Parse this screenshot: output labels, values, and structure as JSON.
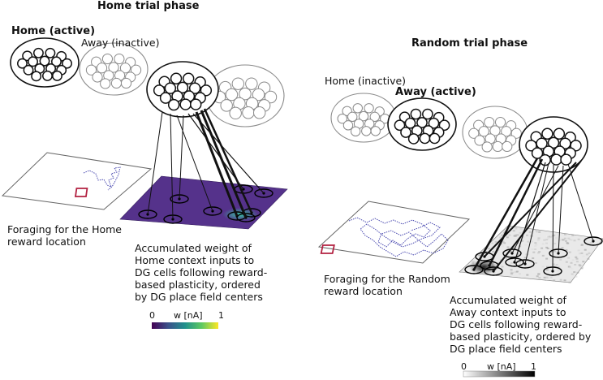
{
  "home_phase": {
    "title": "Home trial phase",
    "home_label": "Home (active)",
    "away_label": "Away (inactive)",
    "foraging_caption": [
      "Foraging for the Home",
      "reward location"
    ],
    "weight_caption": [
      "Accumulated weight of",
      "Home context inputs to",
      "DG cells following reward-",
      "based plasticity, ordered",
      "by DG place field centers"
    ],
    "colorbar": {
      "min_label": "0",
      "unit_label": "w [nA]",
      "max_label": "1",
      "colormap": "viridis"
    }
  },
  "random_phase": {
    "title": "Random trial phase",
    "home_label": "Home (inactive)",
    "away_label": "Away (active)",
    "foraging_caption": [
      "Foraging for the Random",
      "reward location"
    ],
    "weight_caption": [
      "Accumulated weight of",
      "Away context inputs to",
      "DG cells following reward-",
      "based plasticity, ordered by",
      "DG place field centers"
    ],
    "colorbar": {
      "min_label": "0",
      "unit_label": "w [nA]",
      "max_label": "1",
      "colormap": "greys"
    }
  },
  "colors": {
    "active": "#111111",
    "inactive": "#8a8a8a",
    "home_field": "#4b2c80",
    "reward_box": "#b22040",
    "trajectory": "#4a4ab0"
  }
}
